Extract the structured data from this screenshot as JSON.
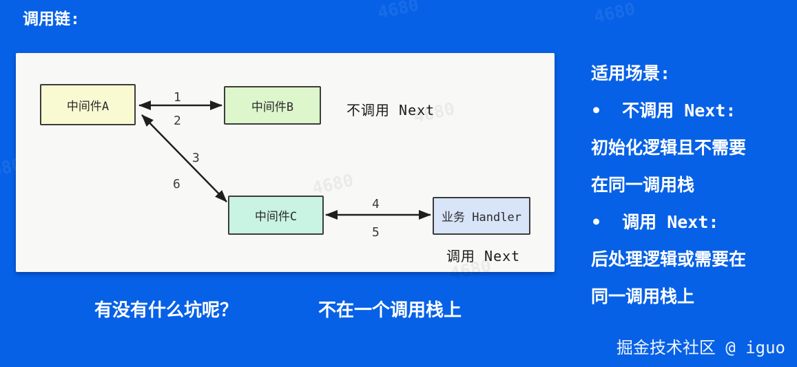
{
  "title": "调用链:",
  "diagram": {
    "boxes": [
      {
        "label": "中间件A"
      },
      {
        "label": "中间件B"
      },
      {
        "label": "中间件C"
      },
      {
        "label": "业务 Handler"
      }
    ],
    "arrow_labels": {
      "a_b_top": "1",
      "a_b_bottom": "2",
      "a_c_top": "3",
      "a_c_bottom": "6",
      "c_h_top": "4",
      "c_h_bottom": "5"
    },
    "annotations": {
      "no_next": "不调用 Next",
      "next": "调用 Next"
    }
  },
  "captions": {
    "pitfall": "有没有什么坑呢？",
    "stack": "不在一个调用栈上"
  },
  "right_panel": {
    "lines": [
      "适用场景:",
      "•  不调用 Next:",
      "初始化逻辑且不需要",
      "在同一调用栈",
      "•  调用 Next:",
      "后处理逻辑或需要在",
      "同一调用栈上"
    ]
  },
  "credit": "掘金技术社区 @ iguo",
  "watermark": {
    "text": "4680"
  },
  "colors": {
    "background": "#0761E6",
    "panel": "#F8F8F6",
    "box_middleware_a": "#F9F9D2",
    "box_middleware_b": "#DDF6CB",
    "box_middleware_c": "#C9F3E2",
    "box_handler": "#D8E4F8",
    "box_border": "#3B3B3B",
    "arrow": "#1F1F1F",
    "text_dark": "#1E1E1E",
    "text_light": "#FFFFFF"
  }
}
